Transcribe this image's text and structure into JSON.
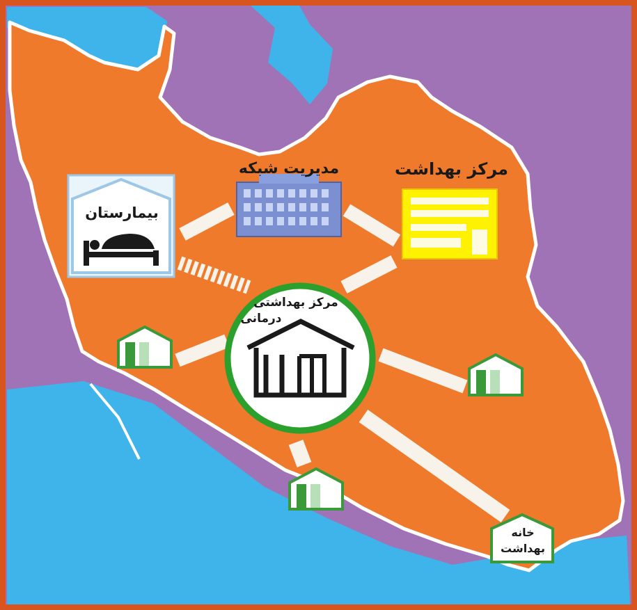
{
  "nodes": {
    "network_management": "مدیریت شبکه",
    "health_center": "مرکز بهداشت",
    "hospital": "بیمارستان",
    "health_treatment_center_line1": "مرکز بهداشتی",
    "health_treatment_center_line2": "درمانی",
    "health_house_line1": "خانه",
    "health_house_line2": "بهداشت"
  },
  "colors": {
    "frame": "#d9551f",
    "land": "#ef7a2b",
    "sea": "#3fb4ea",
    "neighbors": "#a073b7",
    "connector": "#f7f2ea",
    "house_green": "#3a9a3a",
    "center_ring": "#2ca02c",
    "yellow_building": "#fff200",
    "blue_building": "#7b8fd1"
  },
  "icons": {
    "network_management": "office-building-icon",
    "health_center": "yellow-building-icon",
    "hospital": "hospital-bed-icon",
    "health_treatment_center": "house-icon",
    "health_house": "small-house-icon"
  }
}
